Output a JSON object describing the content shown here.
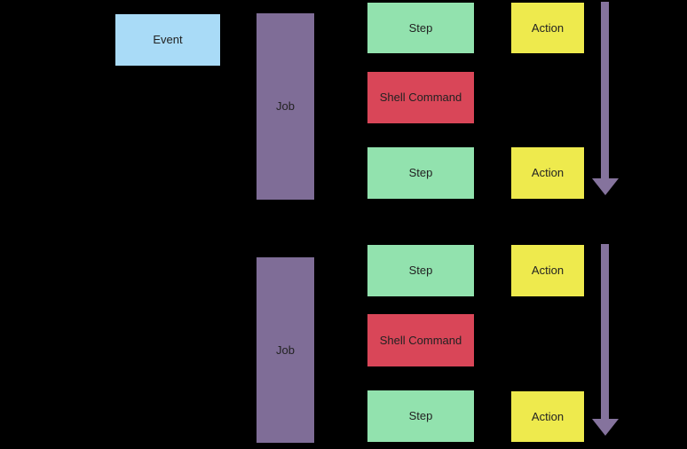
{
  "colors": {
    "background": "#000000",
    "event": "#A9DBF7",
    "job": "#7F6D97",
    "step": "#92E2AE",
    "shell_command": "#D94658",
    "action": "#EEEA4D",
    "arrow": "#85739D",
    "label_text": "#222222"
  },
  "event": {
    "label": "Event"
  },
  "sections": [
    {
      "job": {
        "label": "Job"
      },
      "rows": [
        {
          "kind": "step",
          "label": "Step",
          "action": "Action"
        },
        {
          "kind": "shell-command",
          "label": "Shell Command"
        },
        {
          "kind": "step",
          "label": "Step",
          "action": "Action"
        }
      ],
      "arrow_icon": "down-arrow"
    },
    {
      "job": {
        "label": "Job"
      },
      "rows": [
        {
          "kind": "step",
          "label": "Step",
          "action": "Action"
        },
        {
          "kind": "shell-command",
          "label": "Shell Command"
        },
        {
          "kind": "step",
          "label": "Step",
          "action": "Action"
        }
      ],
      "arrow_icon": "down-arrow"
    }
  ]
}
